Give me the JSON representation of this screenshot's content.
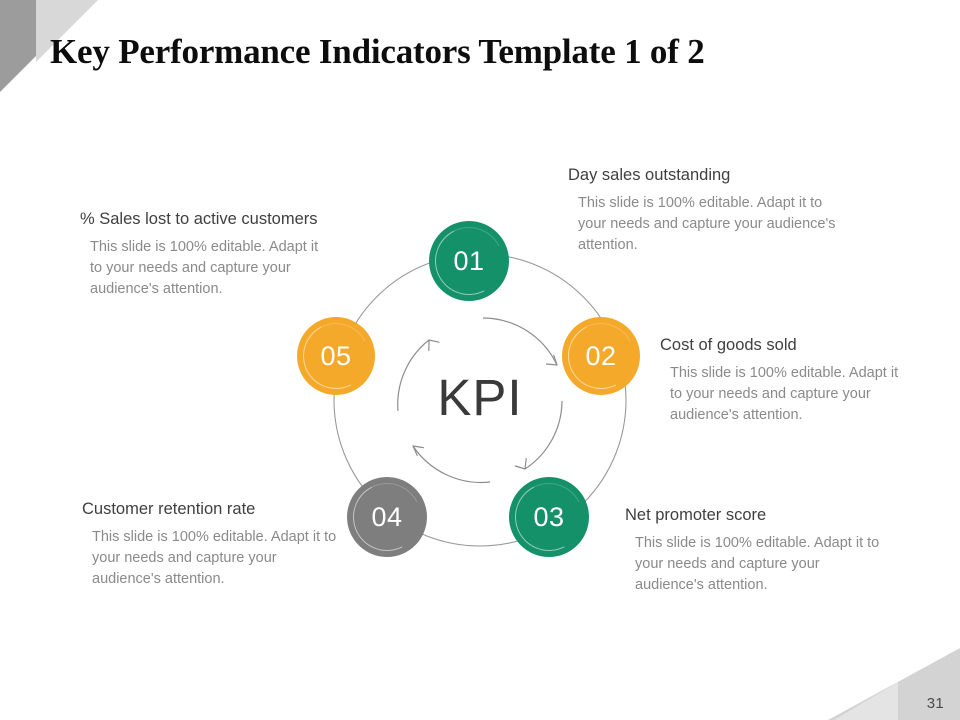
{
  "slide": {
    "title": "Key Performance Indicators Template 1 of 2",
    "page_number": "31",
    "center_label": "KPI"
  },
  "colors": {
    "green": "#159169",
    "orange": "#F5A92B",
    "gray": "#7E7E7E",
    "heading_text": "#3f3f3f",
    "body_text": "#8a8a8a",
    "title_text": "#0d0d0d",
    "ring_line": "#9a9a9a"
  },
  "nodes": [
    {
      "number": "01",
      "color": "#159169"
    },
    {
      "number": "02",
      "color": "#F5A92B"
    },
    {
      "number": "03",
      "color": "#159169"
    },
    {
      "number": "04",
      "color": "#7E7E7E"
    },
    {
      "number": "05",
      "color": "#F5A92B"
    }
  ],
  "blocks": [
    {
      "heading": "Day sales outstanding",
      "body": "This slide is 100% editable. Adapt it to your needs and capture your audience's attention."
    },
    {
      "heading": "Cost of goods sold",
      "body": "This slide is 100% editable. Adapt it to your needs and capture your audience's attention."
    },
    {
      "heading": "Net promoter score",
      "body": "This slide is 100% editable. Adapt it to your needs and capture your audience's attention."
    },
    {
      "heading": "Customer retention rate",
      "body": "This slide is 100% editable. Adapt it to your needs and capture your audience's attention."
    },
    {
      "heading": "% Sales lost to active customers",
      "body": "This slide is 100% editable. Adapt it to your needs and capture your audience's attention."
    }
  ]
}
